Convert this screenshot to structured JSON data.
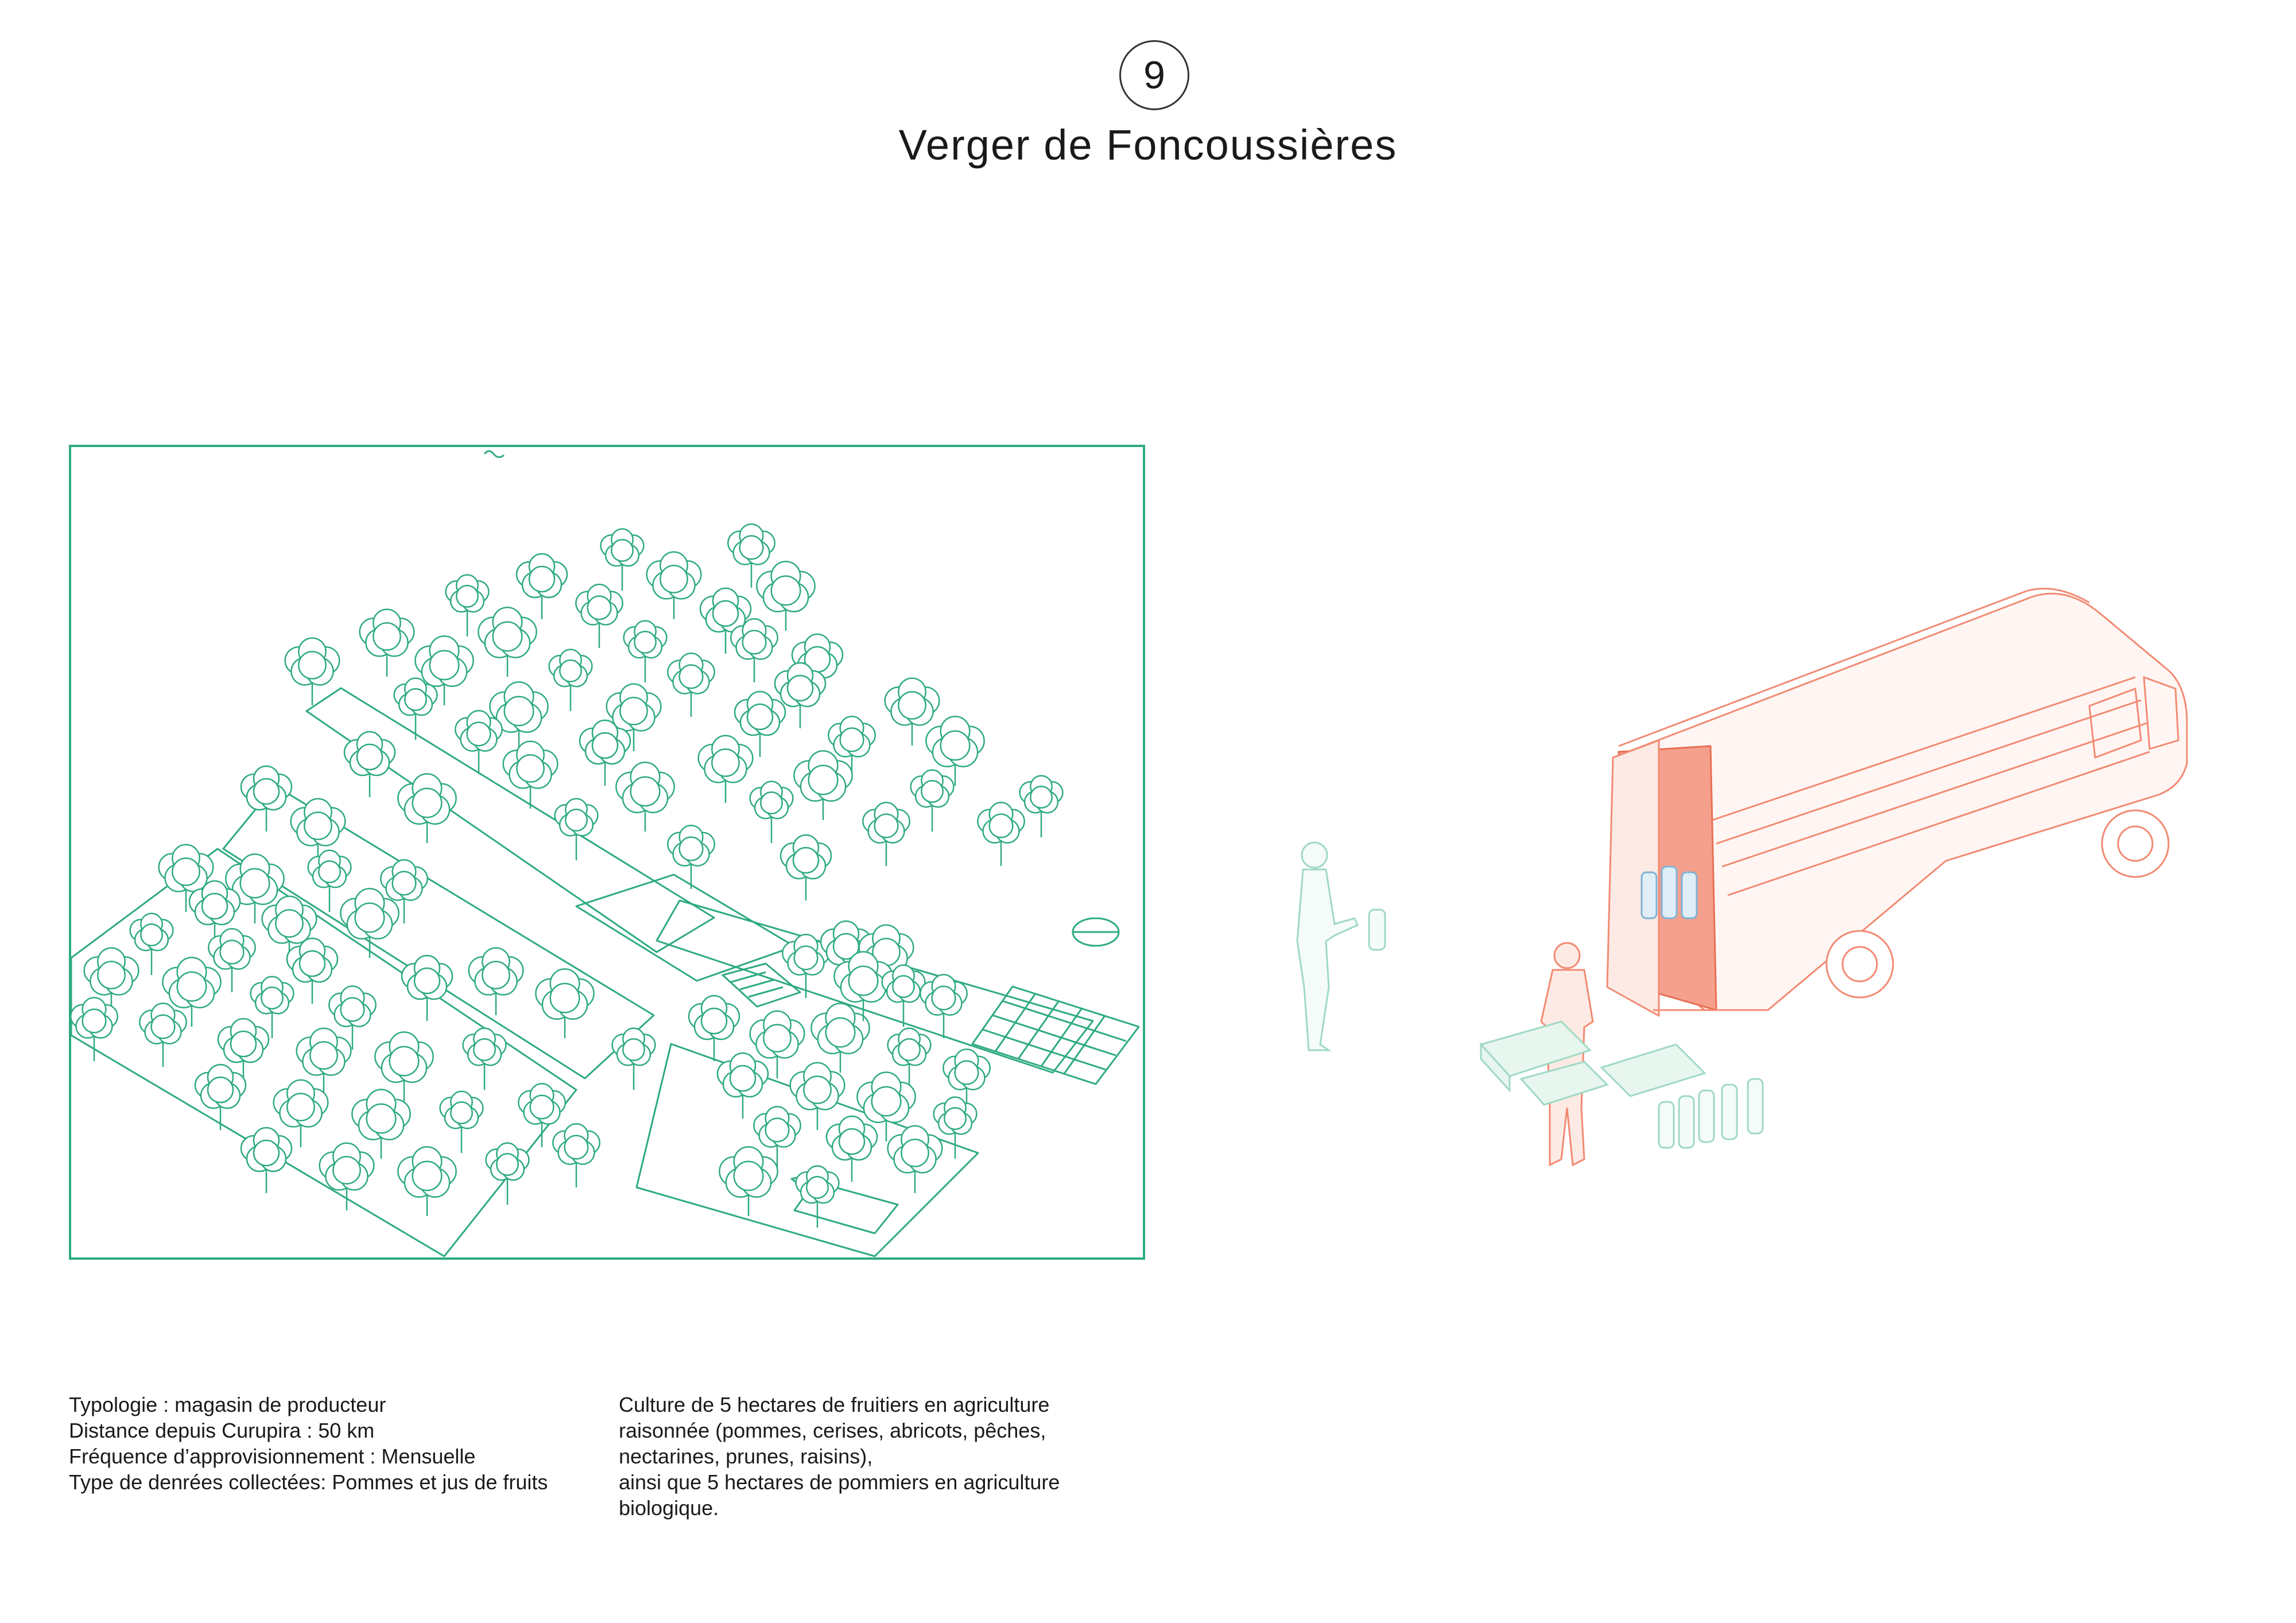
{
  "header": {
    "number": "9",
    "title": "Verger de Foncoussières"
  },
  "info_left": [
    "Typologie : magasin de producteur",
    "Distance depuis Curupira : 50 km",
    "Fréquence d’approvisionnement : Mensuelle",
    "Type de denrées collectées: Pommes et jus de fruits"
  ],
  "info_right": [
    "Culture de 5 hectares de fruitiers en agriculture",
    "raisonnée (pommes, cerises, abricots, pêches,",
    "nectarines, prunes, raisins),",
    "ainsi que 5 hectares de pommiers en agriculture",
    "biologique."
  ],
  "colors": {
    "orchard_green": "#2eaa82",
    "van_coral": "#f28a73",
    "van_interior": "#f4a08c",
    "figure_green": "#9fd9c4"
  }
}
